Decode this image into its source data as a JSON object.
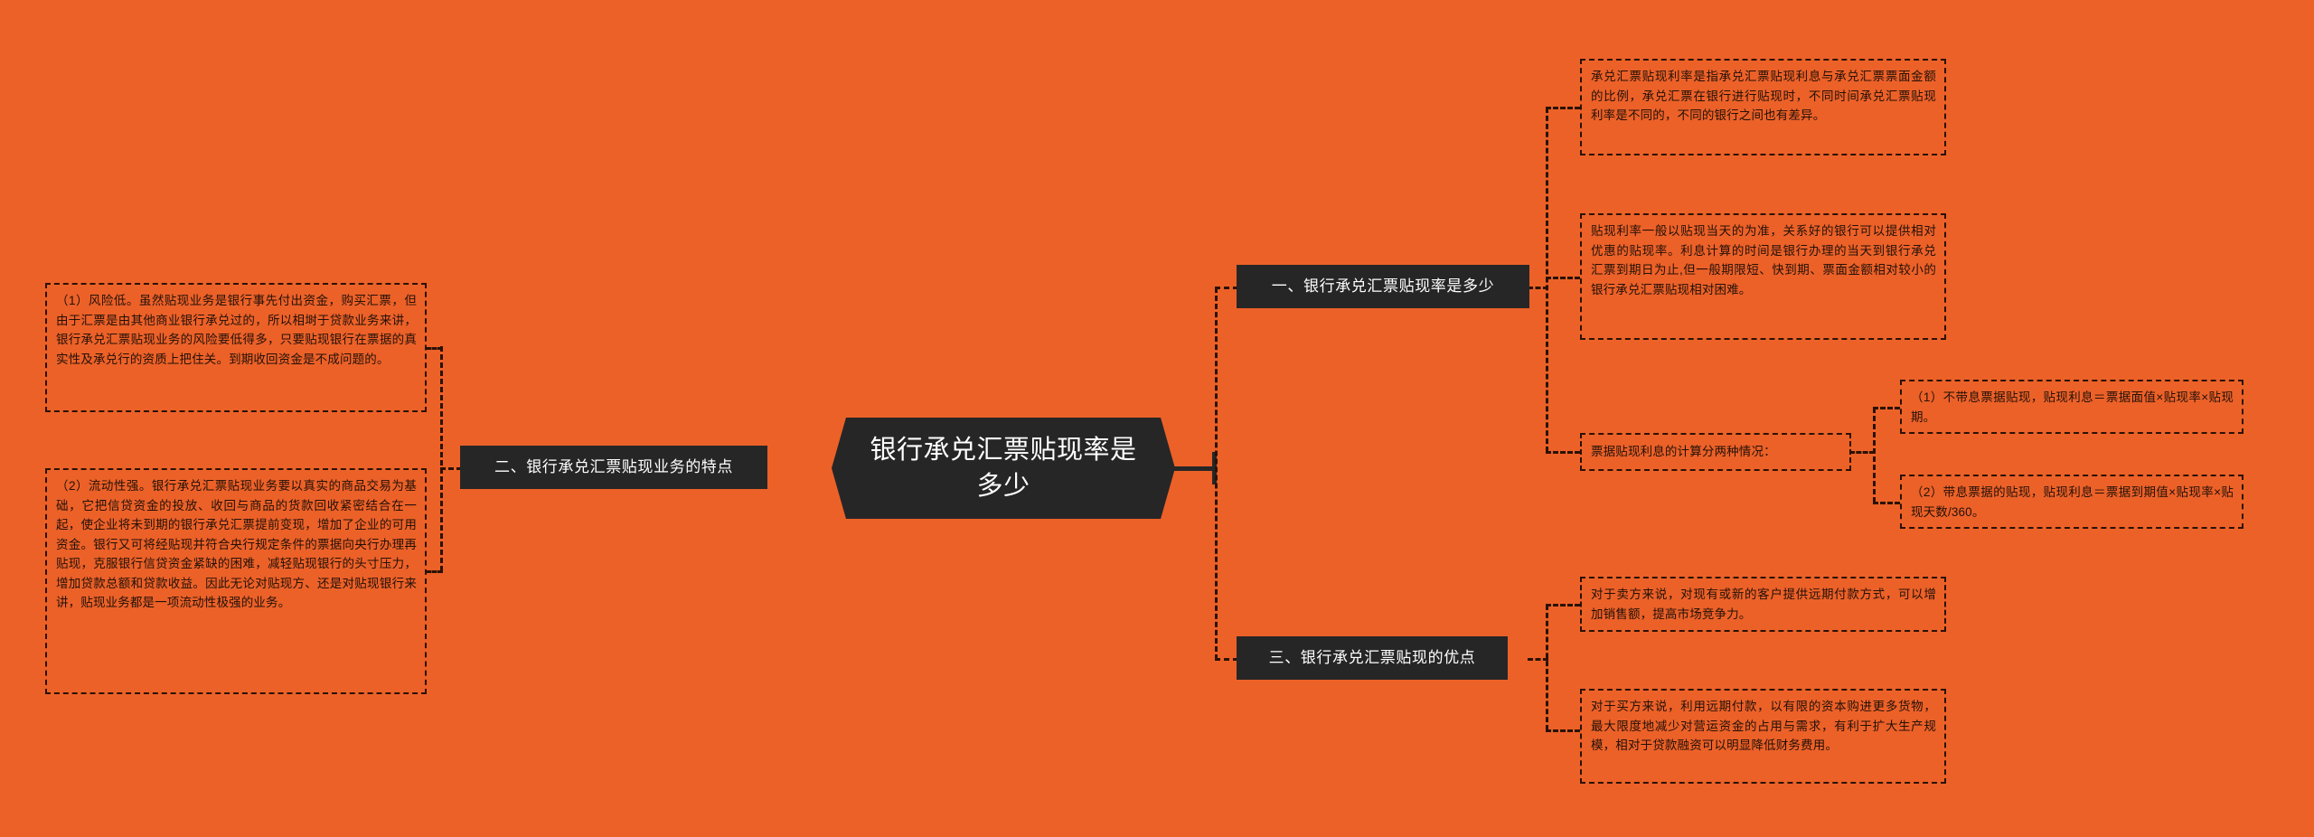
{
  "theme": {
    "background": "#EC6128",
    "node_fill": "#262626",
    "node_text": "#FFFFFF",
    "leaf_text": "#231109",
    "dash_color": "#2A1206"
  },
  "center": {
    "title": "银行承兑汇票贴现率是多少"
  },
  "branches": [
    {
      "id": "branch-1",
      "label": "一、银行承兑汇票贴现率是多少",
      "side": "right",
      "leaves": [
        {
          "id": "leaf-1-1",
          "text": "承兑汇票贴现利率是指承兑汇票贴现利息与承兑汇票票面金额的比例，承兑汇票在银行进行贴现时，不同时间承兑汇票贴现利率是不同的，不同的银行之间也有差异。"
        },
        {
          "id": "leaf-1-2",
          "text": "贴现利率一般以贴现当天的为准，关系好的银行可以提供相对优惠的贴现率。利息计算的时间是银行办理的当天到银行承兑汇票到期日为止,但一般期限短、快到期、票面金额相对较小的银行承兑汇票贴现相对困难。"
        },
        {
          "id": "leaf-1-3",
          "text": "票据贴现利息的计算分两种情况：",
          "children": [
            {
              "id": "leaf-1-3-1",
              "text": "（1）不带息票据贴现，贴现利息＝票据面值×贴现率×贴现期。"
            },
            {
              "id": "leaf-1-3-2",
              "text": "（2）带息票据的贴现，贴现利息＝票据到期值×贴现率×贴现天数/360。"
            }
          ]
        }
      ]
    },
    {
      "id": "branch-2",
      "label": "二、银行承兑汇票贴现业务的特点",
      "side": "left",
      "leaves": [
        {
          "id": "leaf-2-1",
          "text": "（1）风险低。虽然贴现业务是银行事先付出资金，购买汇票，但由于汇票是由其他商业银行承兑过的，所以相埘于贷款业务来讲，银行承兑汇票贴现业务的风险要低得多，只要贴现银行在票据的真实性及承兑行的资质上把住关。到期收回资金是不成问题的。"
        },
        {
          "id": "leaf-2-2",
          "text": "（2）流动性强。银行承兑汇票贴现业务要以真实的商品交易为基础，它把信贷资金的投放、收回与商品的货款回收紧密结合在一起，使企业将未到期的银行承兑汇票提前变现，增加了企业的可用资金。银行又可将经贴现并符合央行规定条件的票据向央行办理再贴现，克服银行信贷资金紧缺的困难，减轻贴现银行的头寸压力，增加贷款总额和贷款收益。因此无论对贴现方、还是对贴现银行来讲，贴现业务都是一项流动性极强的业务。"
        }
      ]
    },
    {
      "id": "branch-3",
      "label": "三、银行承兑汇票贴现的优点",
      "side": "right",
      "leaves": [
        {
          "id": "leaf-3-1",
          "text": "对于卖方来说，对现有或新的客户提供远期付款方式，可以增加销售额，提高市场竞争力。"
        },
        {
          "id": "leaf-3-2",
          "text": "对于买方来说，利用远期付款，以有限的资本购进更多货物，最大限度地减少对营运资金的占用与需求，有利于扩大生产规模，相对于贷款融资可以明显降低财务费用。"
        }
      ]
    }
  ]
}
